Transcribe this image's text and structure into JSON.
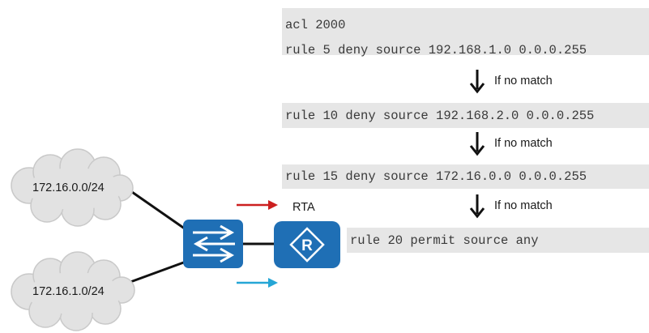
{
  "acl": {
    "header": "acl 2000",
    "rules": [
      "rule 5 deny source 192.168.1.0 0.0.0.255",
      "rule 10 deny source 192.168.2.0 0.0.0.255",
      "rule 15 deny source 172.16.0.0 0.0.0.255",
      "rule 20 permit source any"
    ],
    "flow_labels": [
      "If no match",
      "If no match",
      "If no match"
    ]
  },
  "network": {
    "clouds": [
      "172.16.0.0/24",
      "172.16.1.0/24"
    ],
    "router_label": "RTA"
  },
  "colors": {
    "acl_bar": "#e6e6e6",
    "device_blue": "#1f6fb5",
    "red_arrow": "#cc1f1f",
    "blue_arrow": "#25a6d6",
    "cloud_fill": "#e2e2e2"
  },
  "icons": [
    "switch-icon",
    "router-icon",
    "cloud-icon",
    "down-arrow-icon",
    "right-arrow-icon"
  ]
}
